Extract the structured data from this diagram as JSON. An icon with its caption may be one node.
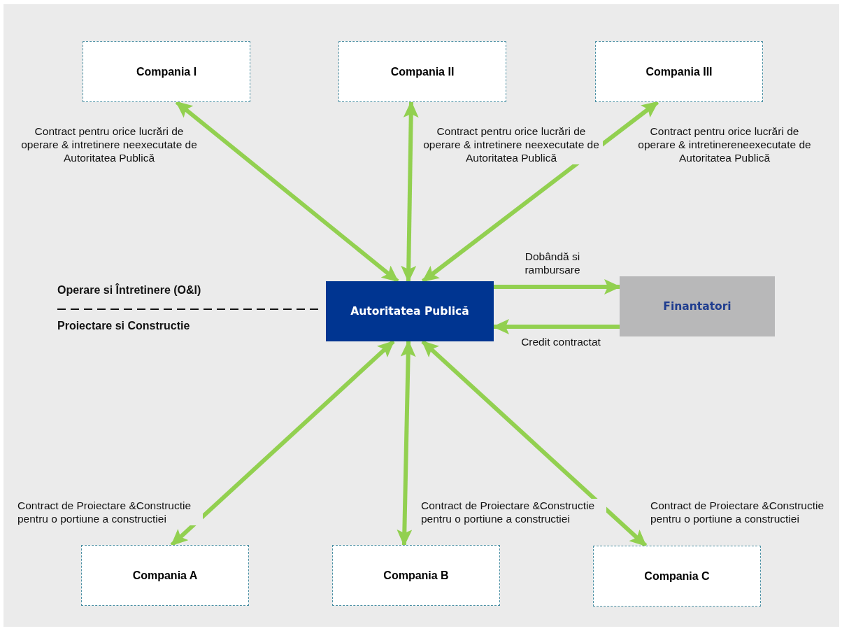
{
  "diagram": {
    "nodes": [
      {
        "text": [
          "Compania I"
        ]
      },
      {
        "text": [
          "Compania II"
        ]
      },
      {
        "text": [
          "Compania III"
        ]
      },
      {
        "text": [
          "Autoritatea Publică"
        ]
      },
      {
        "text": [
          "Finantatori"
        ]
      },
      {
        "text": [
          "Compania A"
        ]
      },
      {
        "text": [
          "Compania B"
        ]
      },
      {
        "text": [
          "Compania C"
        ]
      }
    ],
    "edges": [
      {
        "from": 3,
        "to": 0,
        "arrow": "both",
        "label": "Contract pentru orice lucrări de operare & intretinere neexecutate de Autoritatea Publică"
      },
      {
        "from": 3,
        "to": 1,
        "arrow": "both",
        "label": "Contract pentru orice lucrări de operare & intretinere neexecutate de Autoritatea Publică"
      },
      {
        "from": 3,
        "to": 2,
        "arrow": "both",
        "label": "Contract pentru orice lucrări de operare & intretinereneexecutate de Autoritatea Publică"
      },
      {
        "from": 3,
        "to": 4,
        "arrow": "to",
        "label": "Dobândă si rambursare"
      },
      {
        "from": 4,
        "to": 3,
        "arrow": "to",
        "label": "Credit contractat"
      },
      {
        "from": 3,
        "to": 5,
        "arrow": "both",
        "label": "Contract de Proiectare &Constructie pentru o portiune a constructiei"
      },
      {
        "from": 3,
        "to": 6,
        "arrow": "both",
        "label": "Contract de Proiectare &Constructie pentru o portiune a constructiei"
      },
      {
        "from": 3,
        "to": 7,
        "arrow": "both",
        "label": "Contract de Proiectare &Constructie pentru o portiune a constructiei"
      }
    ],
    "labels": [
      "Operare si Întretinere (O&I)",
      "Proiectare si Constructie"
    ]
  }
}
